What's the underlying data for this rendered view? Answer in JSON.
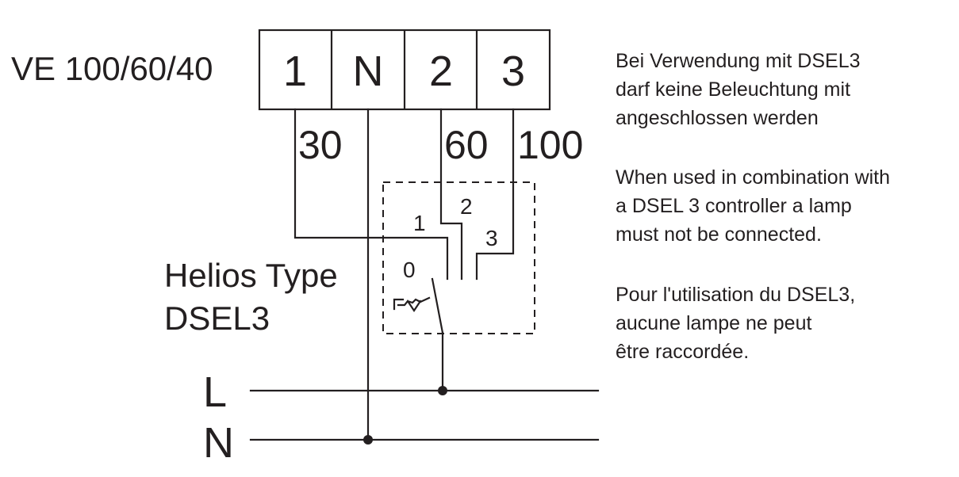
{
  "device": {
    "model_label": "VE 100/60/40",
    "terminals": [
      "1",
      "N",
      "2",
      "3"
    ]
  },
  "speed_labels": {
    "low": "30",
    "mid": "60",
    "high": "100"
  },
  "switch": {
    "type_line1": "Helios Type",
    "type_line2": "DSEL3",
    "positions": {
      "off": "0",
      "p1": "1",
      "p2": "2",
      "p3": "3"
    }
  },
  "supply": {
    "line": "L",
    "neutral": "N"
  },
  "notes": {
    "de": "Bei Verwendung mit DSEL3\ndarf keine Beleuchtung mit\nangeschlossen werden",
    "en": "When used in combination with\na DSEL 3 controller a lamp\nmust not be connected.",
    "fr": "Pour l'utilisation du DSEL3,\naucune lampe ne peut\nêtre raccordée."
  }
}
